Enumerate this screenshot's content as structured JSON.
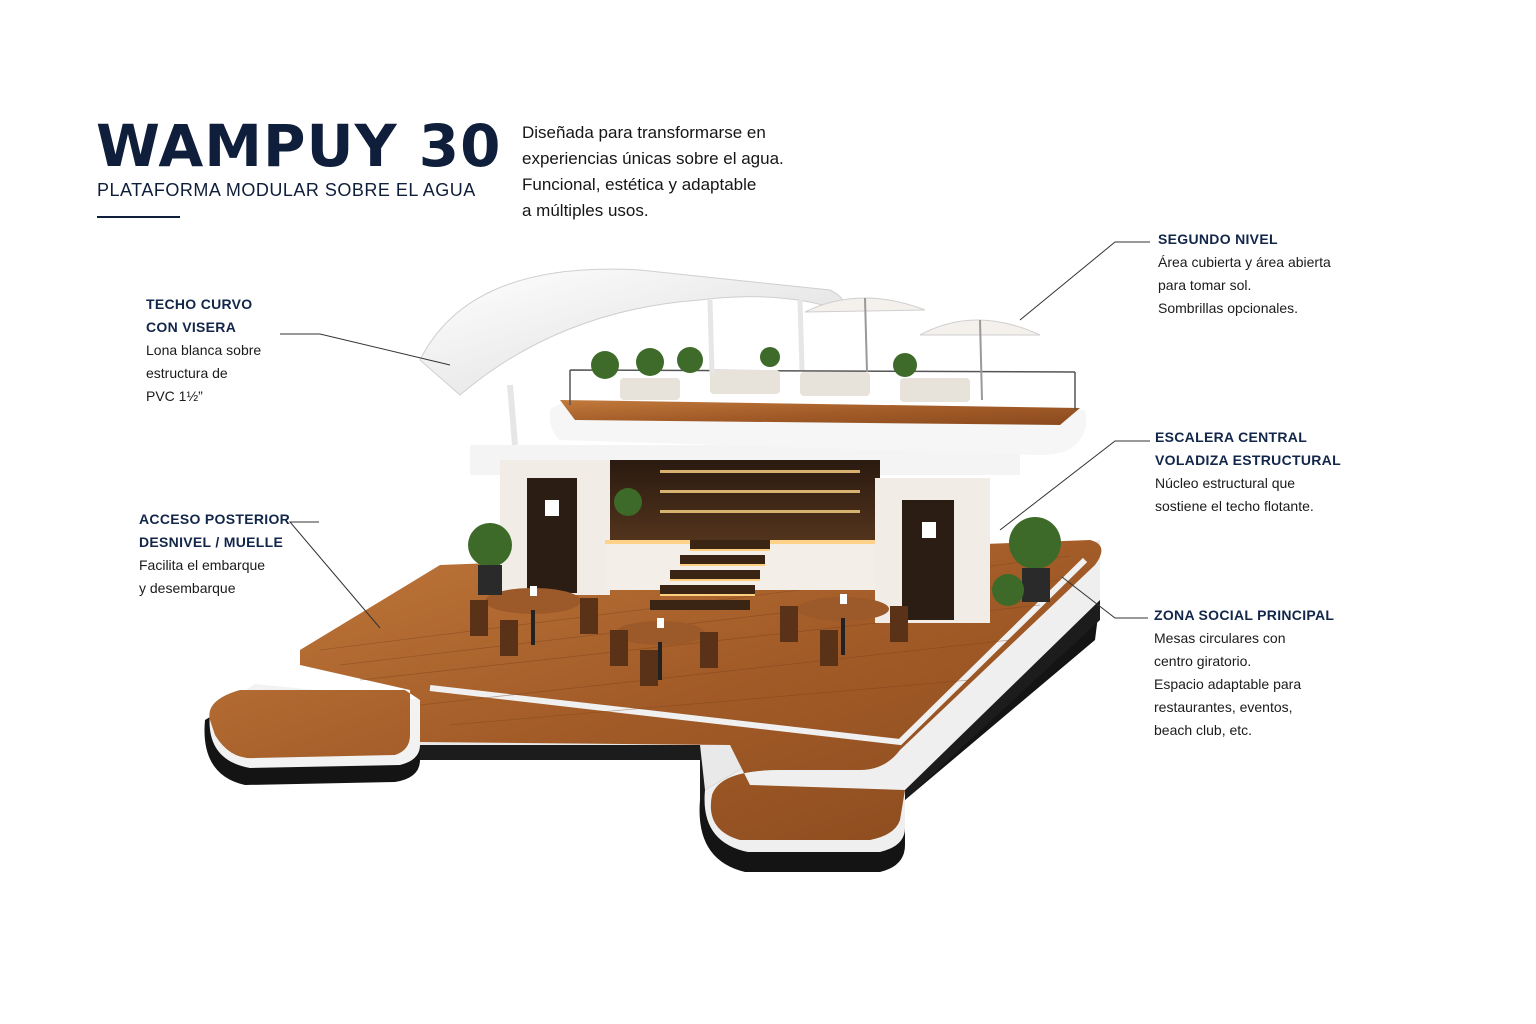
{
  "header": {
    "title": "WAMPUY 30",
    "subtitle": "PLATAFORMA MODULAR SOBRE EL AGUA"
  },
  "intro": {
    "lines": [
      "Diseñada para transformarse en",
      "experiencias únicas sobre el agua.",
      "Funcional, estética y adaptable",
      "a múltiples usos."
    ]
  },
  "callouts": {
    "techo": {
      "heading": [
        "TECHO CURVO",
        "CON VISERA"
      ],
      "body": [
        "Lona blanca sobre",
        "estructura de",
        "PVC 1½”"
      ]
    },
    "acceso": {
      "heading": [
        "ACCESO POSTERIOR",
        "DESNIVEL / MUELLE"
      ],
      "body": [
        "Facilita el embarque",
        "y desembarque"
      ]
    },
    "segundo": {
      "heading": [
        "SEGUNDO NIVEL"
      ],
      "body": [
        "Área cubierta y área abierta",
        "para tomar sol.",
        "Sombrillas opcionales."
      ]
    },
    "escalera": {
      "heading": [
        "ESCALERA CENTRAL",
        "VOLADIZA ESTRUCTURAL"
      ],
      "body": [
        "Núcleo estructural que",
        "sostiene el techo flotante."
      ]
    },
    "zona": {
      "heading": [
        "ZONA SOCIAL PRINCIPAL"
      ],
      "body": [
        "Mesas circulares con",
        "centro giratorio.",
        "Espacio adaptable para",
        "restaurantes, eventos,",
        "beach club, etc."
      ]
    }
  },
  "colors": {
    "navy": "#0f1e3a",
    "deck_wood": "#a8622c",
    "hull_white": "#f2f2f2",
    "hull_black": "#141414"
  }
}
